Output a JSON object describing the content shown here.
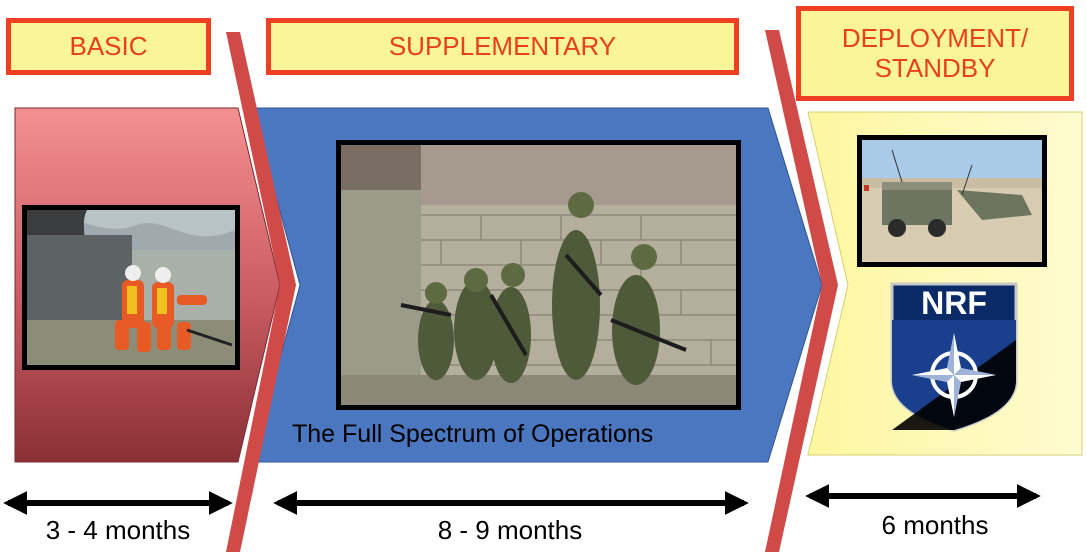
{
  "phases": [
    {
      "label": "BASIC",
      "duration": "3 - 4 months"
    },
    {
      "label": "SUPPLEMENTARY",
      "duration": "8 - 9 months",
      "caption": "The Full Spectrum of Operations"
    },
    {
      "label": "DEPLOYMENT/\nSTANDBY",
      "duration": "6 months",
      "emblem_text": "NRF"
    }
  ],
  "colors": {
    "label_fill": "#fbf59a",
    "label_border": "#ef4023",
    "label_text": "#e8401c",
    "basic_arrow_top": "#f28a8a",
    "basic_arrow_bottom": "#8c3238",
    "supplementary_arrow": "#4a77c0",
    "deployment_arrow": "#fdf8a6",
    "divider": "#d04a48"
  }
}
